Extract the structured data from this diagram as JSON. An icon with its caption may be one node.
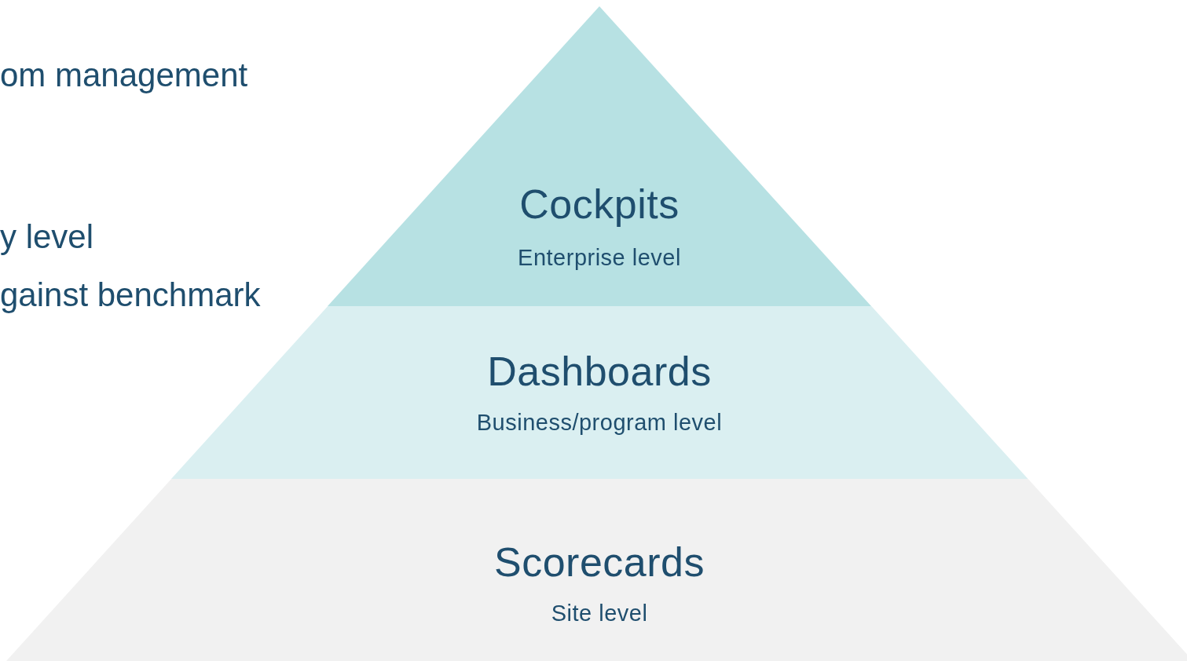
{
  "diagram": {
    "nodes": [
      {
        "text": [
          "Cockpits",
          "Enterprise level"
        ]
      },
      {
        "text": [
          "Dashboards",
          "Business/program level"
        ]
      },
      {
        "text": [
          "Scorecards",
          "Site level"
        ]
      }
    ],
    "labels": [
      "om management",
      "y level",
      "gainst benchmark"
    ]
  }
}
